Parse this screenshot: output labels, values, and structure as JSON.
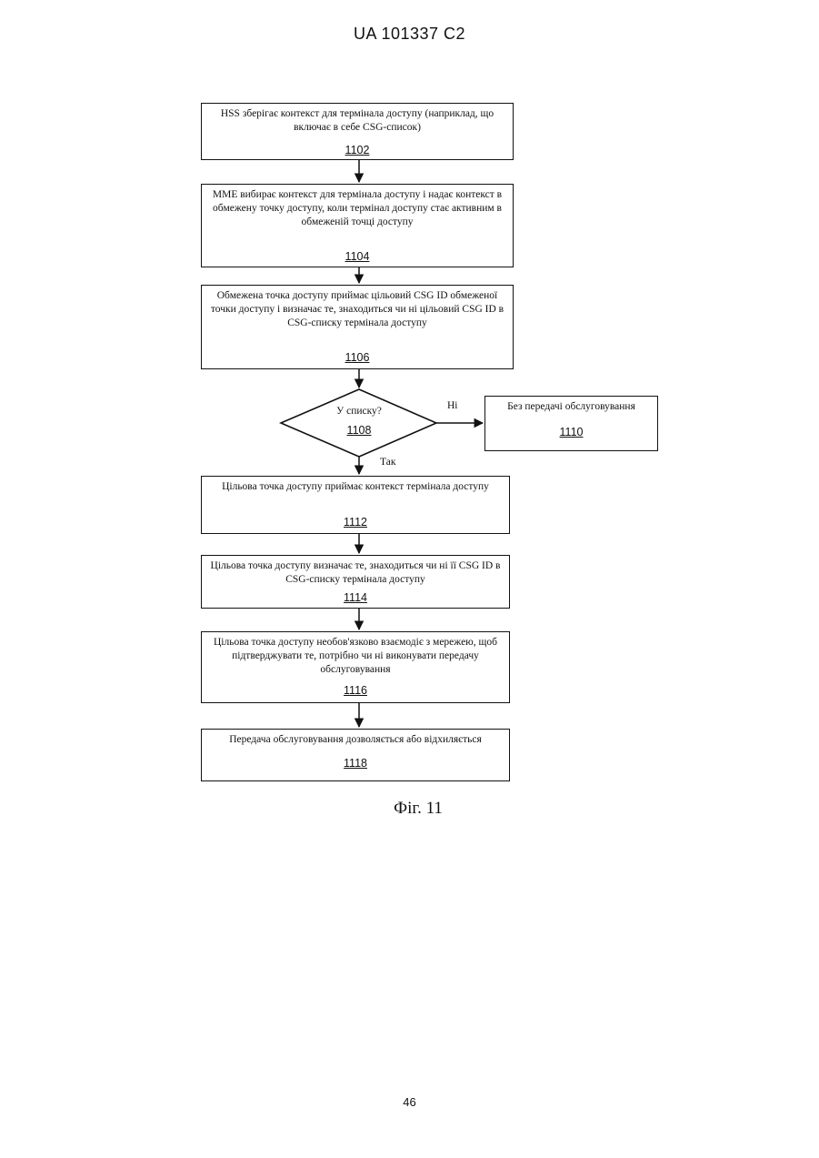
{
  "header": {
    "publication_number": "UA   101337   C2"
  },
  "flowchart": {
    "steps": [
      {
        "id": "1102",
        "text": "HSS зберігає контекст для термінала доступу (наприклад, що включає в себе CSG-список)"
      },
      {
        "id": "1104",
        "text": "MME вибирає контекст для термінала доступу і надає контекст в обмежену точку доступу, коли термінал доступу стає активним в обмеженій точці доступу"
      },
      {
        "id": "1106",
        "text": "Обмежена точка доступу приймає цільовий CSG ID обмеженої точки доступу і визначає те, знаходиться чи ні цільовий CSG ID в CSG-списку термінала доступу"
      },
      {
        "id": "1110",
        "text": "Без передачі обслуговування"
      },
      {
        "id": "1112",
        "text": "Цільова точка доступу приймає контекст термінала доступу"
      },
      {
        "id": "1114",
        "text": "Цільова точка доступу визначає те, знаходиться чи ні її CSG ID в CSG-списку термінала доступу"
      },
      {
        "id": "1116",
        "text": "Цільова точка доступу необов'язково взаємодіє з мережею, щоб підтверджувати те, потрібно чи ні виконувати передачу обслуговування"
      },
      {
        "id": "1118",
        "text": "Передача обслуговування дозволяється або відхиляється"
      }
    ],
    "decision": {
      "id": "1108",
      "text": "У списку?",
      "no_label": "Ні",
      "yes_label": "Так"
    }
  },
  "caption": "Фіг. 11",
  "page_number": "46"
}
